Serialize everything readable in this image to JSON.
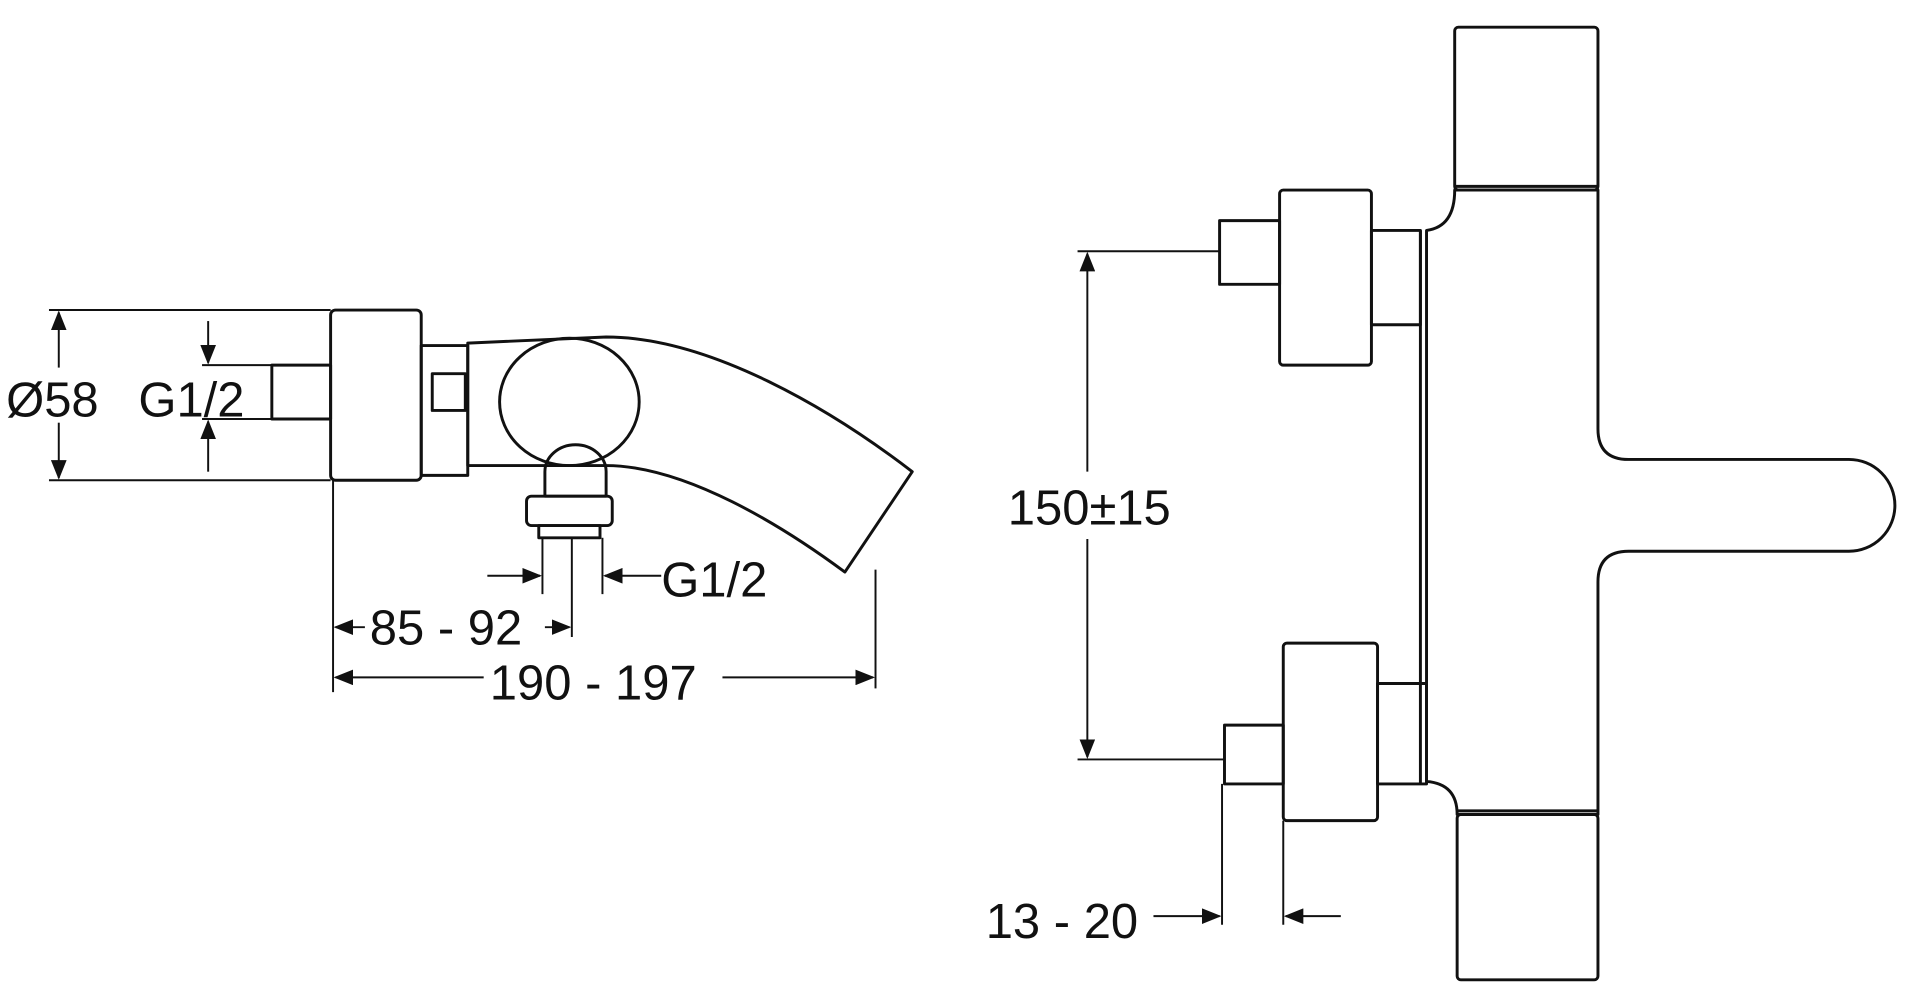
{
  "diagram": {
    "side_view": {
      "diameter_label": "Ø58",
      "inlet_thread_label": "G1/2",
      "outlet_thread_label": "G1/2",
      "outlet_distance_label": "85 - 92",
      "overall_length_label": "190 - 197"
    },
    "front_view": {
      "inlet_spacing_label": "150±15",
      "eccentric_offset_label": "13 - 20"
    },
    "colors": {
      "line": "#111111",
      "background": "#ffffff"
    }
  }
}
